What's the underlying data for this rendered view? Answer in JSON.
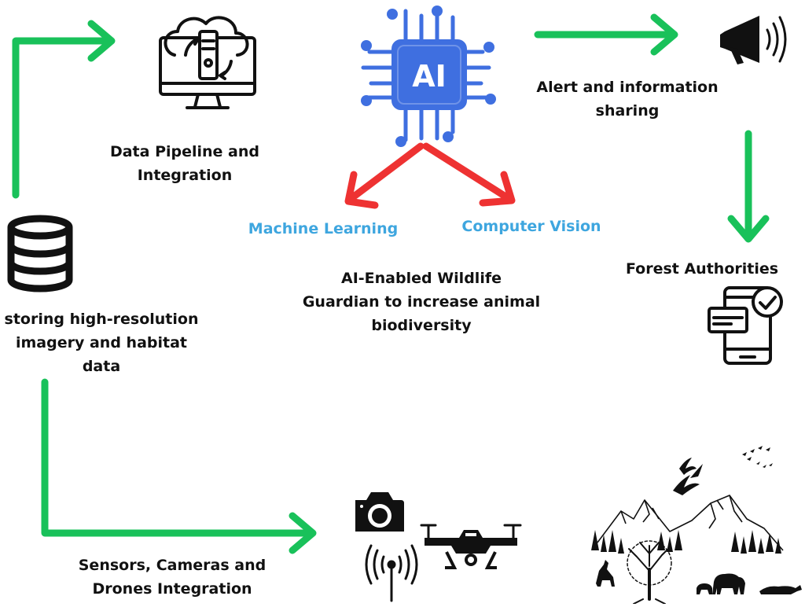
{
  "colors": {
    "arrow_green": "#19c15a",
    "arrow_red": "#ee3232",
    "ai_chip": "#3f6fe0",
    "ai_blue_text": "#3ea6df",
    "text": "#111111"
  },
  "ai_chip": {
    "text": "AI",
    "icon": "ai-chip-icon"
  },
  "labels": {
    "pipeline": [
      "Data Pipeline and",
      "Integration"
    ],
    "storage": [
      "storing high-resolution",
      "imagery and habitat",
      "data"
    ],
    "sensors": [
      "Sensors, Cameras and",
      "Drones Integration"
    ],
    "machine_learning": "Machine Learning",
    "computer_vision": "Computer Vision",
    "center": [
      "AI-Enabled Wildlife",
      "Guardian to increase animal",
      "biodiversity"
    ],
    "alert": [
      "Alert and information",
      "sharing"
    ],
    "forest": "Forest Authorities"
  },
  "icons": {
    "pipeline": "cloud-monitor-icon",
    "database": "database-icon",
    "camera": "camera-icon",
    "antenna": "antenna-icon",
    "drone": "drone-icon",
    "megaphone": "megaphone-icon",
    "phone": "phone-check-icon",
    "wildlife": "wildlife-landscape-icon"
  }
}
